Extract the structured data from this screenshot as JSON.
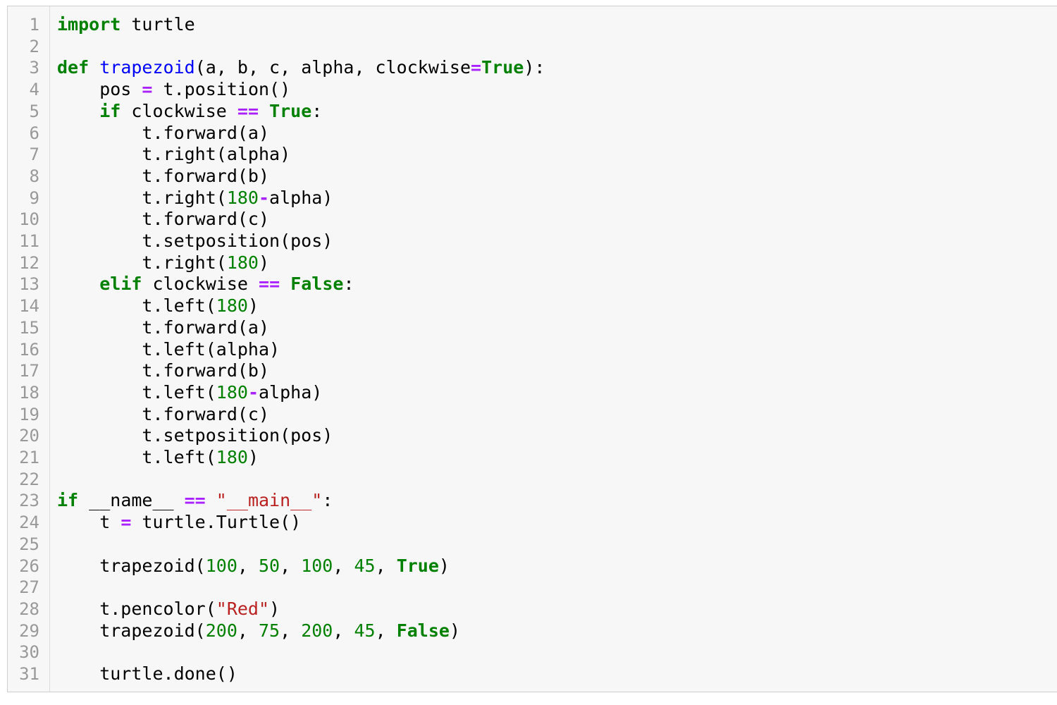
{
  "colors": {
    "background": "#f7f7f7",
    "gutter_text": "#999999",
    "keyword": "#008000",
    "function_name": "#0000ff",
    "operator": "#aa22ff",
    "number": "#008000",
    "string": "#ba2121",
    "text": "#000000"
  },
  "lines": [
    {
      "number": "1",
      "tokens": [
        {
          "t": "import",
          "c": "kw"
        },
        {
          "t": " turtle",
          "c": "plain"
        }
      ]
    },
    {
      "number": "2",
      "tokens": []
    },
    {
      "number": "3",
      "tokens": [
        {
          "t": "def",
          "c": "kw"
        },
        {
          "t": " ",
          "c": "plain"
        },
        {
          "t": "trapezoid",
          "c": "def"
        },
        {
          "t": "(a, b, c, alpha, clockwise",
          "c": "plain"
        },
        {
          "t": "=",
          "c": "op"
        },
        {
          "t": "True",
          "c": "kw"
        },
        {
          "t": "):",
          "c": "plain"
        }
      ]
    },
    {
      "number": "4",
      "tokens": [
        {
          "t": "    pos ",
          "c": "plain"
        },
        {
          "t": "=",
          "c": "op"
        },
        {
          "t": " t.position()",
          "c": "plain"
        }
      ]
    },
    {
      "number": "5",
      "tokens": [
        {
          "t": "    ",
          "c": "plain"
        },
        {
          "t": "if",
          "c": "kw"
        },
        {
          "t": " clockwise ",
          "c": "plain"
        },
        {
          "t": "==",
          "c": "op"
        },
        {
          "t": " ",
          "c": "plain"
        },
        {
          "t": "True",
          "c": "kw"
        },
        {
          "t": ":",
          "c": "plain"
        }
      ]
    },
    {
      "number": "6",
      "tokens": [
        {
          "t": "        t.forward(a)",
          "c": "plain"
        }
      ]
    },
    {
      "number": "7",
      "tokens": [
        {
          "t": "        t.right(alpha)",
          "c": "plain"
        }
      ]
    },
    {
      "number": "8",
      "tokens": [
        {
          "t": "        t.forward(b)",
          "c": "plain"
        }
      ]
    },
    {
      "number": "9",
      "tokens": [
        {
          "t": "        t.right(",
          "c": "plain"
        },
        {
          "t": "180",
          "c": "num"
        },
        {
          "t": "-",
          "c": "op"
        },
        {
          "t": "alpha)",
          "c": "plain"
        }
      ]
    },
    {
      "number": "10",
      "tokens": [
        {
          "t": "        t.forward(c)",
          "c": "plain"
        }
      ]
    },
    {
      "number": "11",
      "tokens": [
        {
          "t": "        t.setposition(pos)",
          "c": "plain"
        }
      ]
    },
    {
      "number": "12",
      "tokens": [
        {
          "t": "        t.right(",
          "c": "plain"
        },
        {
          "t": "180",
          "c": "num"
        },
        {
          "t": ")",
          "c": "plain"
        }
      ]
    },
    {
      "number": "13",
      "tokens": [
        {
          "t": "    ",
          "c": "plain"
        },
        {
          "t": "elif",
          "c": "kw"
        },
        {
          "t": " clockwise ",
          "c": "plain"
        },
        {
          "t": "==",
          "c": "op"
        },
        {
          "t": " ",
          "c": "plain"
        },
        {
          "t": "False",
          "c": "kw"
        },
        {
          "t": ":",
          "c": "plain"
        }
      ]
    },
    {
      "number": "14",
      "tokens": [
        {
          "t": "        t.left(",
          "c": "plain"
        },
        {
          "t": "180",
          "c": "num"
        },
        {
          "t": ")",
          "c": "plain"
        }
      ]
    },
    {
      "number": "15",
      "tokens": [
        {
          "t": "        t.forward(a)",
          "c": "plain"
        }
      ]
    },
    {
      "number": "16",
      "tokens": [
        {
          "t": "        t.left(alpha)",
          "c": "plain"
        }
      ]
    },
    {
      "number": "17",
      "tokens": [
        {
          "t": "        t.forward(b)",
          "c": "plain"
        }
      ]
    },
    {
      "number": "18",
      "tokens": [
        {
          "t": "        t.left(",
          "c": "plain"
        },
        {
          "t": "180",
          "c": "num"
        },
        {
          "t": "-",
          "c": "op"
        },
        {
          "t": "alpha)",
          "c": "plain"
        }
      ]
    },
    {
      "number": "19",
      "tokens": [
        {
          "t": "        t.forward(c)",
          "c": "plain"
        }
      ]
    },
    {
      "number": "20",
      "tokens": [
        {
          "t": "        t.setposition(pos)",
          "c": "plain"
        }
      ]
    },
    {
      "number": "21",
      "tokens": [
        {
          "t": "        t.left(",
          "c": "plain"
        },
        {
          "t": "180",
          "c": "num"
        },
        {
          "t": ")",
          "c": "plain"
        }
      ]
    },
    {
      "number": "22",
      "tokens": []
    },
    {
      "number": "23",
      "tokens": [
        {
          "t": "if",
          "c": "kw"
        },
        {
          "t": " __name__ ",
          "c": "plain"
        },
        {
          "t": "==",
          "c": "op"
        },
        {
          "t": " ",
          "c": "plain"
        },
        {
          "t": "\"__main__\"",
          "c": "str"
        },
        {
          "t": ":",
          "c": "plain"
        }
      ]
    },
    {
      "number": "24",
      "tokens": [
        {
          "t": "    t ",
          "c": "plain"
        },
        {
          "t": "=",
          "c": "op"
        },
        {
          "t": " turtle.Turtle()",
          "c": "plain"
        }
      ]
    },
    {
      "number": "25",
      "tokens": []
    },
    {
      "number": "26",
      "tokens": [
        {
          "t": "    trapezoid(",
          "c": "plain"
        },
        {
          "t": "100",
          "c": "num"
        },
        {
          "t": ", ",
          "c": "plain"
        },
        {
          "t": "50",
          "c": "num"
        },
        {
          "t": ", ",
          "c": "plain"
        },
        {
          "t": "100",
          "c": "num"
        },
        {
          "t": ", ",
          "c": "plain"
        },
        {
          "t": "45",
          "c": "num"
        },
        {
          "t": ", ",
          "c": "plain"
        },
        {
          "t": "True",
          "c": "kw"
        },
        {
          "t": ")",
          "c": "plain"
        }
      ]
    },
    {
      "number": "27",
      "tokens": []
    },
    {
      "number": "28",
      "tokens": [
        {
          "t": "    t.pencolor(",
          "c": "plain"
        },
        {
          "t": "\"Red\"",
          "c": "str"
        },
        {
          "t": ")",
          "c": "plain"
        }
      ]
    },
    {
      "number": "29",
      "tokens": [
        {
          "t": "    trapezoid(",
          "c": "plain"
        },
        {
          "t": "200",
          "c": "num"
        },
        {
          "t": ", ",
          "c": "plain"
        },
        {
          "t": "75",
          "c": "num"
        },
        {
          "t": ", ",
          "c": "plain"
        },
        {
          "t": "200",
          "c": "num"
        },
        {
          "t": ", ",
          "c": "plain"
        },
        {
          "t": "45",
          "c": "num"
        },
        {
          "t": ", ",
          "c": "plain"
        },
        {
          "t": "False",
          "c": "kw"
        },
        {
          "t": ")",
          "c": "plain"
        }
      ]
    },
    {
      "number": "30",
      "tokens": []
    },
    {
      "number": "31",
      "tokens": [
        {
          "t": "    turtle.done()",
          "c": "plain"
        }
      ]
    }
  ]
}
